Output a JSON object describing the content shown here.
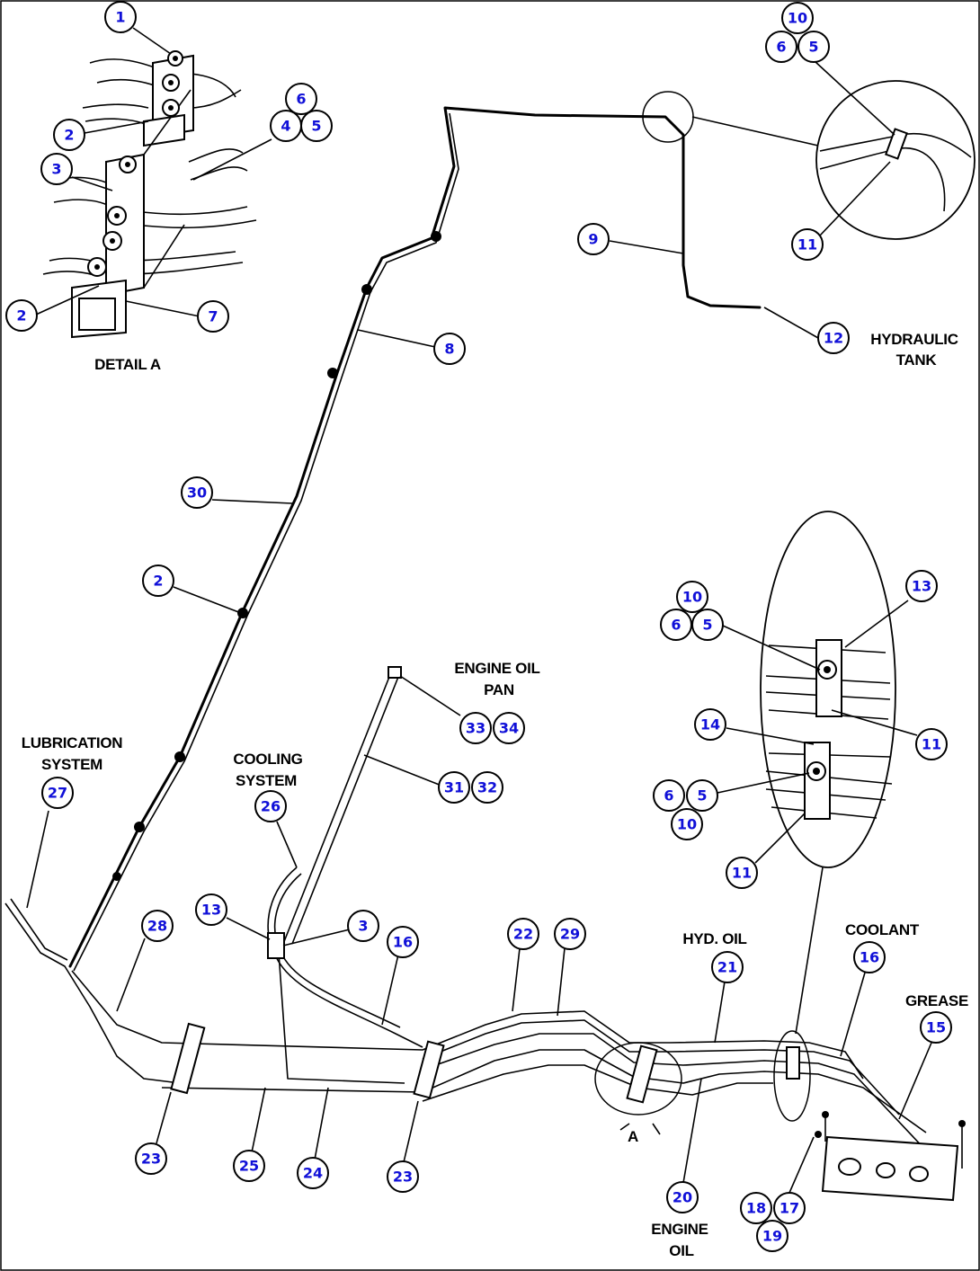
{
  "labels": {
    "detail_a": "DETAIL A",
    "hydraulic": "HYDRAULIC",
    "tank": "TANK",
    "engine_oil_top": "ENGINE OIL",
    "pan": "PAN",
    "lubrication": "LUBRICATION",
    "system_lub": "SYSTEM",
    "cooling": "COOLING",
    "system_cool": "SYSTEM",
    "hyd_oil": "HYD. OIL",
    "coolant": "COOLANT",
    "grease": "GREASE",
    "engine": "ENGINE",
    "oil": "OIL",
    "a": "A"
  },
  "callouts": {
    "c1": "1",
    "c2a": "2",
    "c3a": "3",
    "c6a": "6",
    "c4": "4",
    "c5a": "5",
    "c2b": "2",
    "c7": "7",
    "c10a": "10",
    "c6b": "6",
    "c5b": "5",
    "c11a": "11",
    "c9": "9",
    "c12": "12",
    "c8": "8",
    "c30": "30",
    "c2c": "2",
    "c10b": "10",
    "c6c": "6",
    "c5c": "5",
    "c13a": "13",
    "c11b": "11",
    "c14": "14",
    "c6d": "6",
    "c5d": "5",
    "c10c": "10",
    "c11c": "11",
    "c33": "33",
    "c34": "34",
    "c31": "31",
    "c32": "32",
    "c27": "27",
    "c26": "26",
    "c28": "28",
    "c13b": "13",
    "c3b": "3",
    "c16a": "16",
    "c22": "22",
    "c29": "29",
    "c21": "21",
    "c16b": "16",
    "c15": "15",
    "c23a": "23",
    "c25": "25",
    "c24": "24",
    "c23b": "23",
    "c20": "20",
    "c18": "18",
    "c17": "17",
    "c19": "19"
  }
}
